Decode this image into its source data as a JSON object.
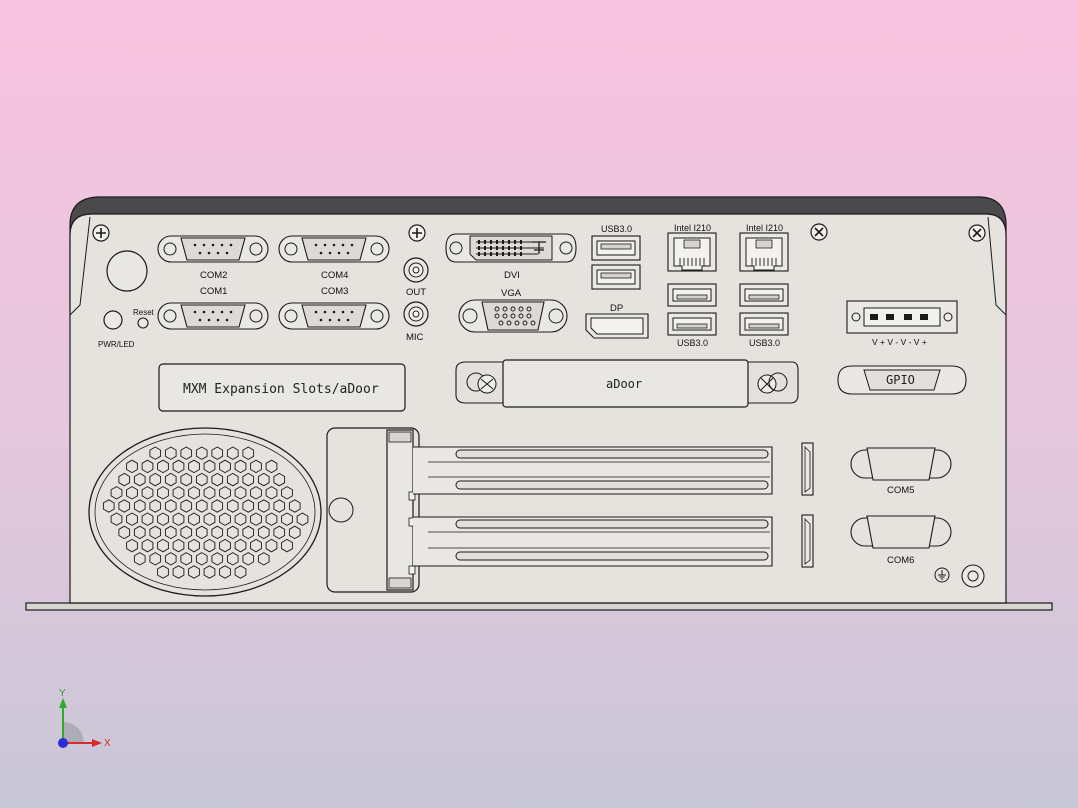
{
  "ports": {
    "com2": "COM2",
    "com4": "COM4",
    "com1": "COM1",
    "com3": "COM3",
    "reset": "Reset",
    "pwr_led": "PWR/LED",
    "audio_out": "OUT",
    "mic": "MIC",
    "dvi": "DVI",
    "vga": "VGA",
    "usb3_top": "USB3.0",
    "dp": "DP",
    "intel1": "Intel I210",
    "intel2": "Intel I210",
    "usb3_bottom1": "USB3.0",
    "usb3_bottom2": "USB3.0",
    "power_polarity": "V + V - V - V +",
    "gpio": "GPIO",
    "com5": "COM5",
    "com6": "COM6"
  },
  "panels": {
    "mxm": "MXM Expansion Slots/aDoor",
    "adoor": "aDoor"
  },
  "axes": {
    "x": "X",
    "y": "Y"
  },
  "colors": {
    "panel_face": "#e6e3de",
    "chassis_dark": "#4a4a4c",
    "line": "#1b1b1b"
  }
}
